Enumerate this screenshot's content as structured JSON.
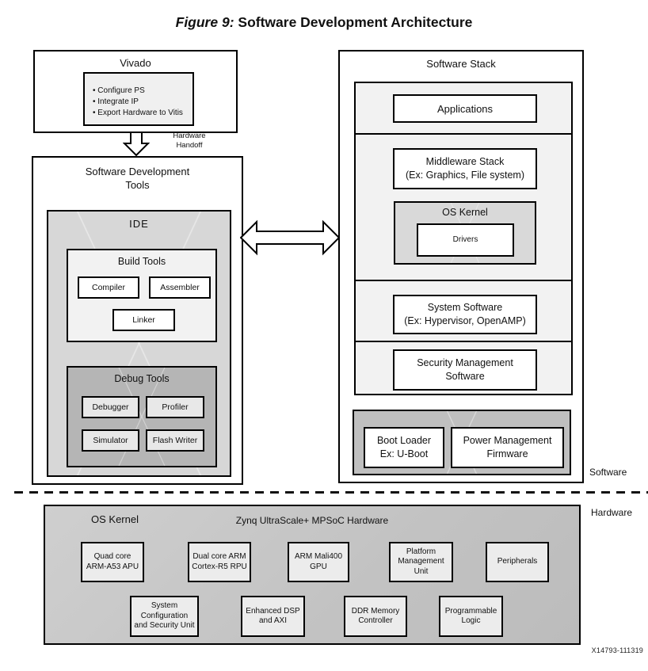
{
  "figure": {
    "label": "Figure 9:",
    "title": "Software Development Architecture"
  },
  "vivado": {
    "title": "Vivado",
    "bullets": [
      "Configure PS",
      "Integrate IP",
      "Export Hardware to Vitis"
    ]
  },
  "handoff": {
    "label": "Hardware\nHandoff"
  },
  "dev_tools": {
    "title": "Software Development\nTools",
    "ide": {
      "title": "IDE",
      "build_tools": {
        "title": "Build Tools",
        "compiler": "Compiler",
        "assembler": "Assembler",
        "linker": "Linker"
      },
      "debug_tools": {
        "title": "Debug Tools",
        "debugger": "Debugger",
        "profiler": "Profiler",
        "simulator": "Simulator",
        "flash_writer": "Flash Writer"
      }
    }
  },
  "software_stack": {
    "title": "Software Stack",
    "applications": "Applications",
    "middleware": "Middleware Stack\n(Ex: Graphics, File system)",
    "os_kernel": {
      "title": "OS Kernel",
      "drivers": "Drivers"
    },
    "system_software": "System Software\n(Ex: Hypervisor, OpenAMP)",
    "security": "Security Management\nSoftware",
    "boot_loader": "Boot Loader\nEx: U-Boot",
    "power_mgmt": "Power Management\nFirmware"
  },
  "dividers": {
    "software_label": "Software",
    "hardware_label": "Hardware"
  },
  "hardware": {
    "os_kernel_label": "OS Kernel",
    "title": "Zynq UltraScale+ MPSoC Hardware",
    "row1": [
      "Quad core\nARM-A53 APU",
      "Dual core ARM\nCortex-R5 RPU",
      "ARM Mali400\nGPU",
      "Platform\nManagement\nUnit",
      "Peripherals"
    ],
    "row2": [
      "System\nConfiguration\nand Security Unit",
      "Enhanced DSP\nand AXI",
      "DDR Memory\nController",
      "Programmable\nLogic"
    ]
  },
  "footer": {
    "doc_id": "X14793-111319"
  },
  "colors": {
    "border": "#000000",
    "panel_light": "#f2f2f2",
    "panel_mid": "#d7d7d7",
    "panel_dark": "#b5b5b5",
    "boot_section": "#bfbfbf",
    "hardware_bg": "#c6c6c6",
    "chip_bg": "#ececec"
  }
}
